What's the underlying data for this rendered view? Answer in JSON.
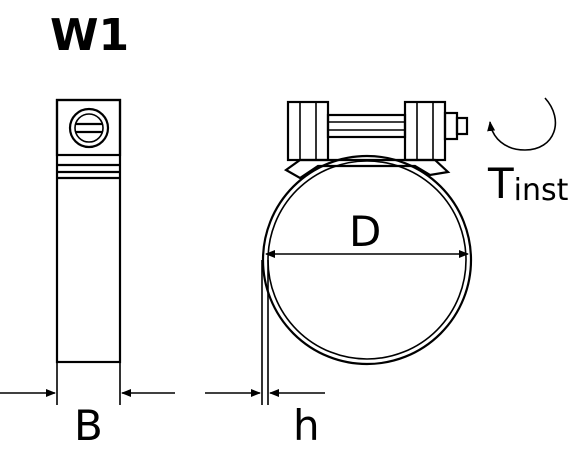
{
  "diagram": {
    "title": "W1",
    "labels": {
      "diameter": "D",
      "width": "B",
      "height": "h",
      "torque_main": "T",
      "torque_sub": "inst"
    },
    "colors": {
      "line": "#000000",
      "background": "#ffffff"
    },
    "icons": [
      "screw-head-icon",
      "rotation-arrow-icon"
    ]
  }
}
